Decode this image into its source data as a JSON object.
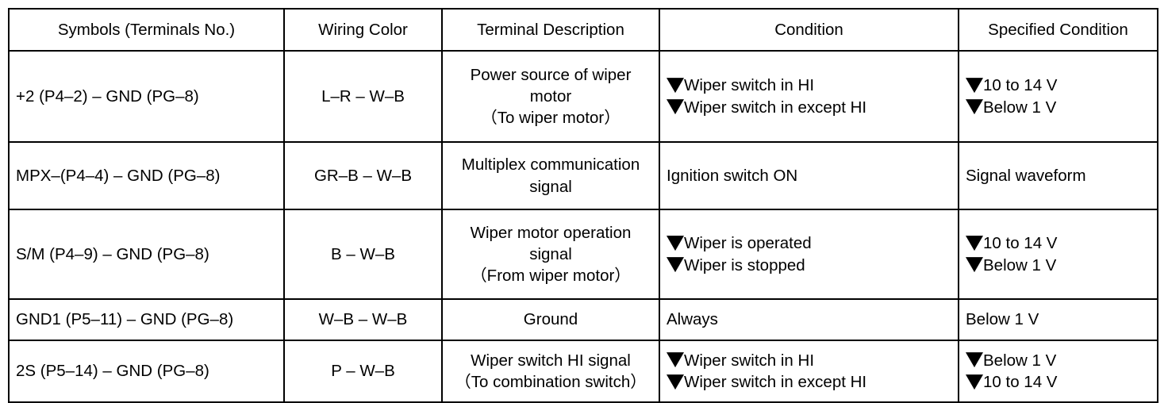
{
  "table": {
    "columns": [
      {
        "key": "symbols",
        "label": "Symbols (Terminals No.)"
      },
      {
        "key": "wiring",
        "label": "Wiring Color"
      },
      {
        "key": "desc",
        "label": "Terminal Description"
      },
      {
        "key": "cond",
        "label": "Condition"
      },
      {
        "key": "spec",
        "label": "Specified Condition"
      }
    ],
    "rows": [
      {
        "symbols": "+2 (P4–2) – GND (PG–8)",
        "wiring": "L–R – W–B",
        "desc_lines": [
          "Power source of wiper",
          "motor",
          "（To wiper motor）"
        ],
        "conditions": [
          "Wiper switch in HI",
          "Wiper switch in except HI"
        ],
        "specified": [
          "10 to 14 V",
          "Below 1 V"
        ],
        "bulleted": true
      },
      {
        "symbols": "MPX–(P4–4) – GND (PG–8)",
        "wiring": "GR–B – W–B",
        "desc_lines": [
          "Multiplex communication",
          "signal"
        ],
        "conditions": [
          "Ignition switch ON"
        ],
        "specified": [
          "Signal waveform"
        ],
        "bulleted": false
      },
      {
        "symbols": "S/M (P4–9) – GND (PG–8)",
        "wiring": "B – W–B",
        "desc_lines": [
          "Wiper motor operation",
          "signal",
          "（From wiper motor）"
        ],
        "conditions": [
          "Wiper is operated",
          "Wiper is stopped"
        ],
        "specified": [
          "10 to 14 V",
          "Below 1 V"
        ],
        "bulleted": true
      },
      {
        "symbols": "GND1 (P5–11) – GND (PG–8)",
        "wiring": "W–B – W–B",
        "desc_lines": [
          "Ground"
        ],
        "conditions": [
          "Always"
        ],
        "specified": [
          "Below 1 V"
        ],
        "bulleted": false
      },
      {
        "symbols": "2S (P5–14) – GND (PG–8)",
        "wiring": "P – W–B",
        "desc_lines": [
          "Wiper switch HI signal",
          "（To combination switch）"
        ],
        "conditions": [
          "Wiper switch in HI",
          "Wiper switch in except HI"
        ],
        "specified": [
          "Below 1 V",
          "10 to 14 V"
        ],
        "bulleted": true
      }
    ]
  },
  "style": {
    "border_color": "#000000",
    "text_color": "#000000",
    "background": "#ffffff",
    "bullet_icon": "filled-down-triangle"
  }
}
